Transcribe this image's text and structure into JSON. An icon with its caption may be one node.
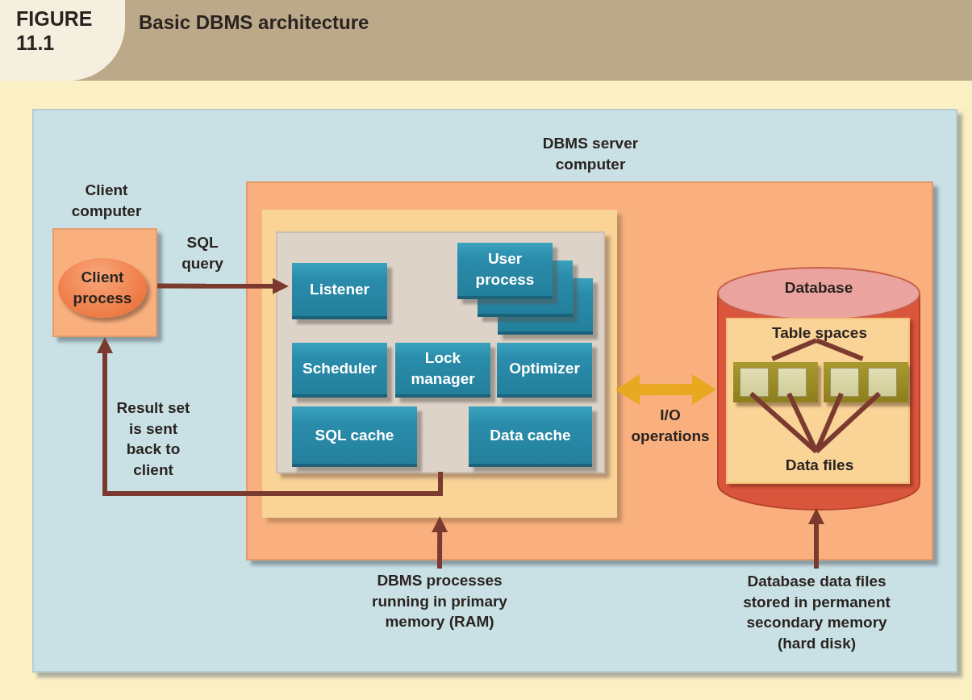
{
  "diagram": {
    "title": "Basic DBMS architecture",
    "nodes": [
      {
        "text": [
          "Client computer"
        ]
      },
      {
        "text": [
          "Client process"
        ],
        "in": 0
      },
      {
        "text": [
          "DBMS server computer"
        ]
      },
      {
        "text": [],
        "shape": "box",
        "in": 2
      },
      {
        "text": [],
        "shape": "box",
        "in": 3
      },
      {
        "text": [
          "Listener"
        ],
        "in": 4
      },
      {
        "text": [
          "User process"
        ],
        "in": 4
      },
      {
        "text": [
          "Scheduler"
        ],
        "in": 4
      },
      {
        "text": [
          "Lock manager"
        ],
        "in": 4
      },
      {
        "text": [
          "Optimizer"
        ],
        "in": 4
      },
      {
        "text": [
          "SQL cache"
        ],
        "in": 4
      },
      {
        "text": [
          "Data cache"
        ],
        "in": 4
      },
      {
        "text": [
          "Database"
        ],
        "in": 2
      },
      {
        "text": [],
        "shape": "box",
        "in": 12
      },
      {
        "text": [
          "Table spaces"
        ],
        "in": 13
      },
      {
        "text": [],
        "shape": "box",
        "in": 13
      },
      {
        "text": [],
        "shape": "box",
        "in": 13
      },
      {
        "text": [],
        "shape": "box",
        "in": 15
      },
      {
        "text": [],
        "shape": "box",
        "in": 15
      },
      {
        "text": [],
        "shape": "box",
        "in": 16
      },
      {
        "text": [],
        "shape": "box",
        "in": 16
      },
      {
        "text": [
          "Data files"
        ],
        "in": 13
      },
      {
        "text": [
          "DBMS processes running in primary memory (RAM)"
        ]
      },
      {
        "text": [
          "Database data files stored in permanent secondary memory (hard disk)"
        ]
      }
    ],
    "edges": [
      {
        "from": 0,
        "to": 5,
        "arrow": "to",
        "label": "SQL query"
      },
      {
        "from": 4,
        "to": 0,
        "arrow": "to",
        "label": "Result set is sent back to client"
      },
      {
        "from": 3,
        "to": 12,
        "arrow": "both",
        "label": "I/O operations",
        "style": "thick",
        "color": "#e8a820"
      },
      {
        "from": 22,
        "to": 3,
        "arrow": "to"
      },
      {
        "from": 23,
        "to": 12,
        "arrow": "to"
      },
      {
        "from": 14,
        "to": 15,
        "arrow": "none"
      },
      {
        "from": 14,
        "to": 16,
        "arrow": "none"
      },
      {
        "from": 17,
        "to": 21,
        "arrow": "none"
      },
      {
        "from": 18,
        "to": 21,
        "arrow": "none"
      },
      {
        "from": 19,
        "to": 21,
        "arrow": "none"
      },
      {
        "from": 20,
        "to": 21,
        "arrow": "none"
      }
    ],
    "labels": [
      "FIGURE 11.1"
    ]
  }
}
